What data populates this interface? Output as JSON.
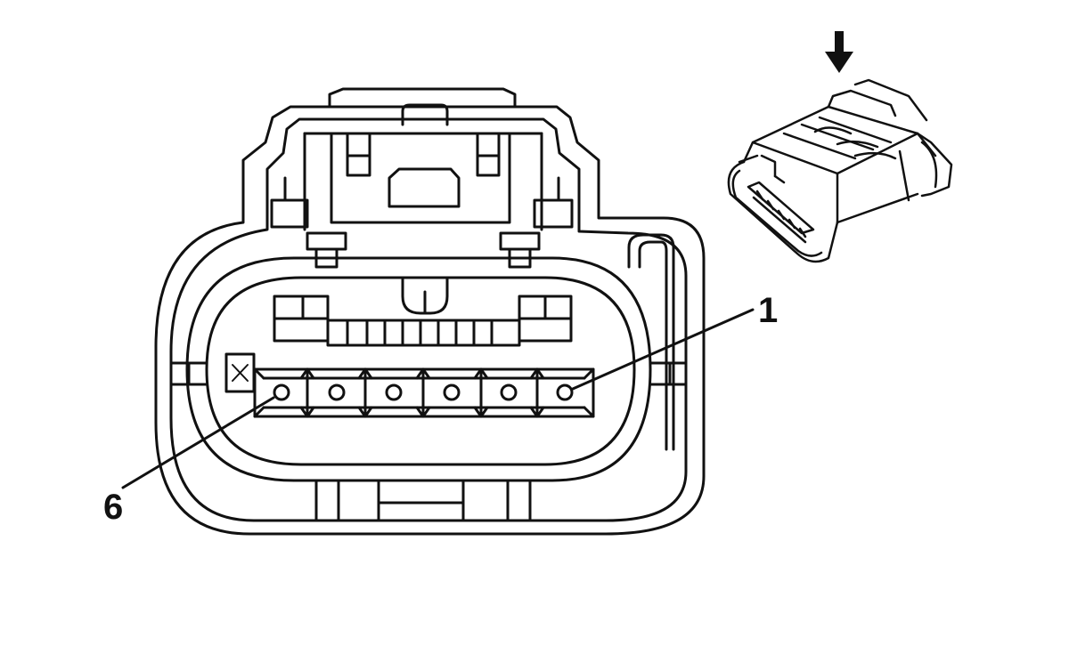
{
  "diagram": {
    "pin_labels": [
      {
        "id": "pin-1",
        "text": "1"
      },
      {
        "id": "pin-6",
        "text": "6"
      }
    ],
    "pin_count": 6,
    "cavity_marker": "×",
    "colors": {
      "line": "#111111",
      "background": "#ffffff"
    }
  }
}
